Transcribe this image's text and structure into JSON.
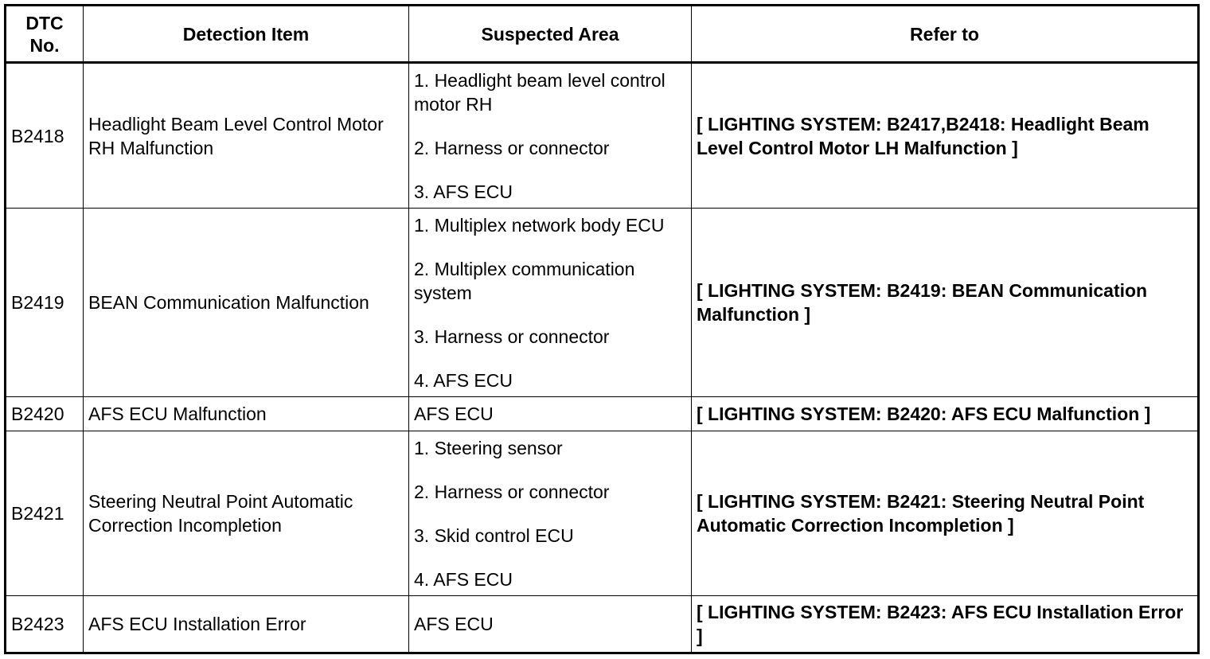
{
  "headers": {
    "dtc": "DTC No.",
    "detection": "Detection Item",
    "suspected": "Suspected Area",
    "refer": "Refer to"
  },
  "rows": [
    {
      "dtc": "B2418",
      "detection": "Headlight Beam Level Control Motor RH Malfunction",
      "suspected": [
        "1. Headlight beam level control motor RH",
        "2. Harness or connector",
        "3. AFS ECU"
      ],
      "refer": "[ LIGHTING SYSTEM: B2417,B2418: Headlight Beam Level Control Motor LH Malfunction ]"
    },
    {
      "dtc": "B2419",
      "detection": "BEAN Communication Malfunction",
      "suspected": [
        "1. Multiplex network body ECU",
        "2. Multiplex communication system",
        "3. Harness or connector",
        "4. AFS ECU"
      ],
      "refer": "[ LIGHTING SYSTEM: B2419: BEAN Communication Malfunction ]"
    },
    {
      "dtc": "B2420",
      "detection": "AFS ECU Malfunction",
      "suspected": [
        "AFS ECU"
      ],
      "refer": "[ LIGHTING SYSTEM: B2420: AFS ECU Malfunction ]"
    },
    {
      "dtc": "B2421",
      "detection": "Steering Neutral Point Automatic Correction Incompletion",
      "suspected": [
        "1. Steering sensor",
        "2. Harness or connector",
        "3. Skid control ECU",
        "4. AFS ECU"
      ],
      "refer": "[ LIGHTING SYSTEM: B2421: Steering Neutral Point Automatic Correction Incompletion ]"
    },
    {
      "dtc": "B2423",
      "detection": "AFS ECU Installation Error",
      "suspected": [
        "AFS ECU"
      ],
      "refer": "[ LIGHTING SYSTEM: B2423: AFS ECU Installation Error ]"
    }
  ]
}
